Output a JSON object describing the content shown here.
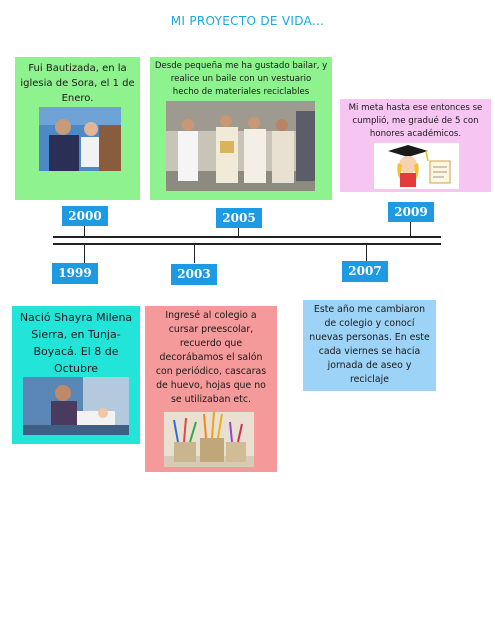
{
  "title": "MI PROYECTO DE VIDA...",
  "timeline": {
    "above": [
      {
        "year": "2000",
        "text": [
          "Fui Bautizada, en la",
          "iglesia de Sora, el 1 de",
          "Enero."
        ]
      },
      {
        "year": "2005",
        "text": [
          "Desde pequeña me ha gustado bailar, y",
          "realice un baile con un vestuario",
          "hecho de materiales reciclables"
        ]
      },
      {
        "year": "2009",
        "text": [
          "Mi meta hasta ese entonces se",
          "cumplió, me  gradué de 5 con",
          "honores académicos."
        ]
      }
    ],
    "below": [
      {
        "year": "1999",
        "text": [
          "Nació Shayra Milena",
          "Sierra, en Tunja-",
          "Boyacá. El 8 de",
          "Octubre"
        ]
      },
      {
        "year": "2003",
        "text": [
          "Ingresé al colegio a",
          "cursar preescolar,",
          "recuerdo que",
          "decorábamos el salón",
          "con periódico, cascaras",
          "de huevo, hojas que no",
          "se utilizaban etc."
        ]
      },
      {
        "year": "2007",
        "text": [
          "Este año me cambiaron",
          "de colegio y conocí",
          "nuevas personas. En este",
          "cada viernes se hacia",
          "jornada de aseo y",
          "reciclaje"
        ]
      }
    ]
  },
  "colors": {
    "title": "#1aa6e6",
    "year_badge": "#1e9ae2",
    "green_card": "#8ef28e",
    "pink_card": "#f7c5f2",
    "cyan_card": "#23e4d8",
    "salmon_card": "#f49a9a",
    "blue_card": "#9dd3f7"
  }
}
